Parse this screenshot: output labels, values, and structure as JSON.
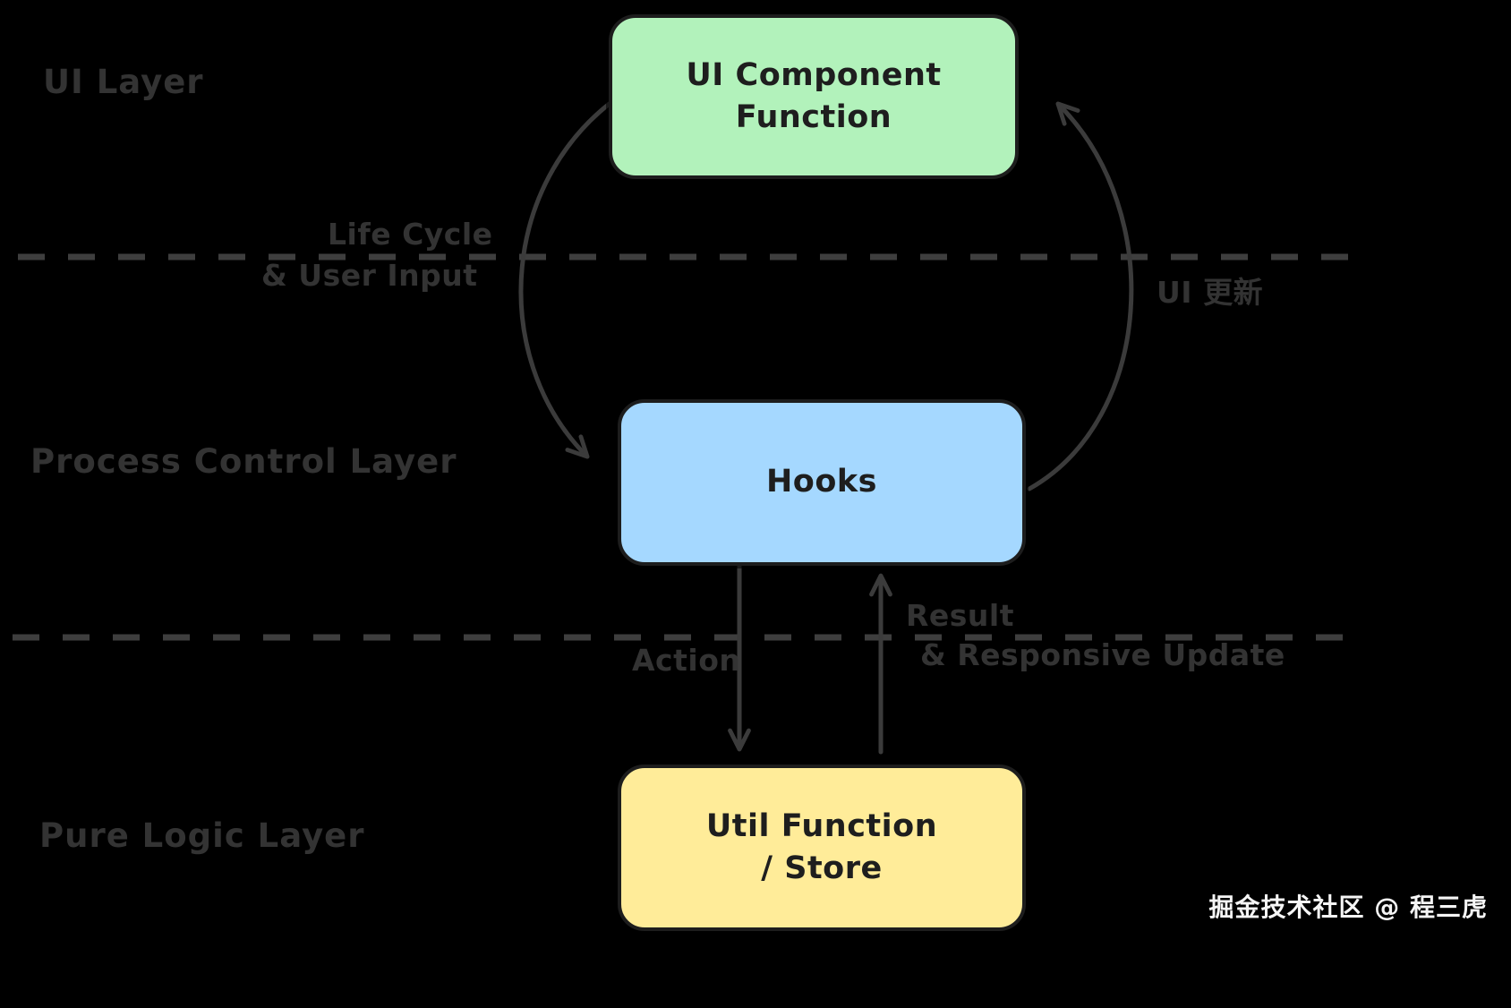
{
  "watermark": "掘金技术社区 @ 程三虎",
  "colors": {
    "background": "#000000",
    "node_green": "#b2f2bb",
    "node_blue": "#a5d8ff",
    "node_yellow": "#ffec99",
    "node_border": "#1d1d1d",
    "node_text": "#1e1e1e",
    "arrow_stroke": "#3b3b3b",
    "divider_stroke": "#3e3e3e",
    "faint_label": "#333333"
  },
  "layers": [
    {
      "label": "UI Layer"
    },
    {
      "label": "Process Control Layer"
    },
    {
      "label": "Pure Logic Layer"
    }
  ],
  "nodes": {
    "ui_component": {
      "line1": "UI Component",
      "line2": "Function",
      "fill": "#b2f2bb"
    },
    "hooks": {
      "line1": "Hooks",
      "line2": "",
      "fill": "#a5d8ff"
    },
    "util": {
      "line1": "Util Function",
      "line2": "/ Store",
      "fill": "#ffec99"
    }
  },
  "edges": {
    "ui_to_hooks": {
      "line1": "Life Cycle",
      "line2": "& User Input"
    },
    "hooks_to_ui": {
      "label": "UI 更新"
    },
    "hooks_to_util": {
      "label": "Action"
    },
    "util_to_hooks": {
      "line1": "Result",
      "line2": "& Responsive Update"
    }
  }
}
